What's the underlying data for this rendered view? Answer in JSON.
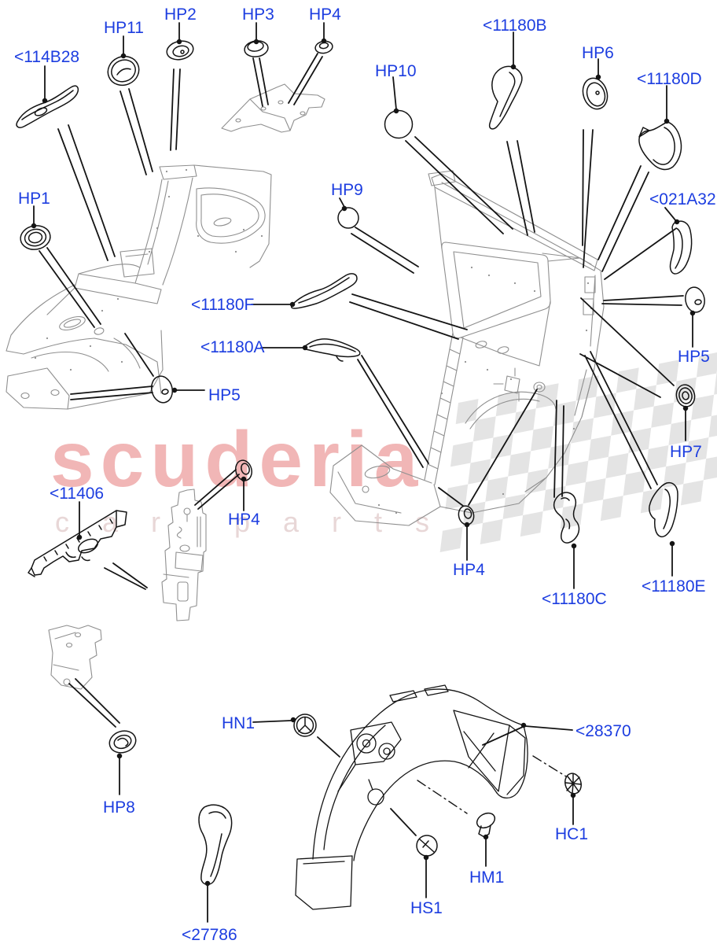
{
  "labels": {
    "b114b28": "<114B28",
    "hp11": "HP11",
    "hp2": "HP2",
    "hp3": "HP3",
    "hp4_top": "HP4",
    "hp10": "HP10",
    "b11180b": "<11180B",
    "hp6": "HP6",
    "b11180d": "<11180D",
    "hp1": "HP1",
    "hp9": "HP9",
    "b021a32": "<021A32",
    "b11180f": "<11180F",
    "b11180a": "<11180A",
    "hp5_left": "HP5",
    "hp5_right": "HP5",
    "hp7": "HP7",
    "b11406": "<11406",
    "hp4_mid": "HP4",
    "hp4_low": "HP4",
    "b11180c": "<11180C",
    "b11180e": "<11180E",
    "hp8": "HP8",
    "hn1": "HN1",
    "b28370": "<28370",
    "hc1": "HC1",
    "hm1": "HM1",
    "hs1": "HS1",
    "b27786": "<27786"
  },
  "watermark": {
    "brand": "scuderia",
    "tagline": "car parts"
  },
  "colors": {
    "label": "#1c3de0",
    "line_art": "#141414",
    "structure": "#8f8f8f",
    "wm_brand": "#f1b6b6",
    "wm_tagline": "#e8d7d7",
    "checker": "#e0e0e0",
    "bg": "#ffffff"
  }
}
